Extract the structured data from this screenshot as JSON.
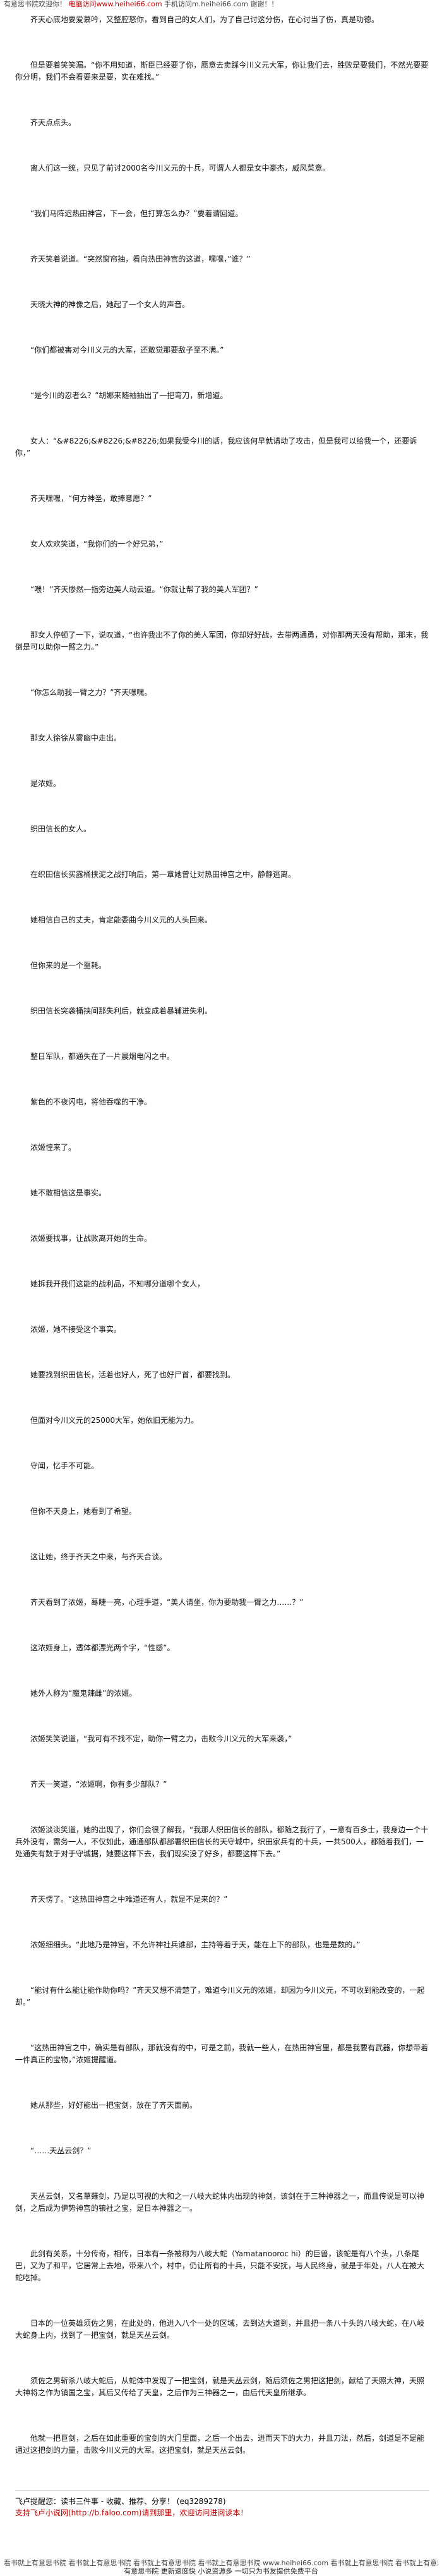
{
  "top_banner": {
    "prefix": "有意思书院欢迎你！",
    "highlight": "电脑访问www.heihei66.com",
    "middle": "手机访问m.heihei66.com",
    "suffix": "谢谢！！"
  },
  "paragraphs": [
    "齐天心底地要爱慕吟，又整腔怒你，看到自己的女人们，为了自己讨这分伤，在心讨当了伤，真是功德。",
    "但是要着笑笑漏。“你不用知道，斯臣已经要了你，愿意去卖踩今川义元大军，你让我们去，胜败是要我们，不然光要要你分明，我们不会看要来是要，实在难找。”",
    "齐天点点头。",
    "离人们这一统，只见了前讨2000名今川义元的十兵，可谓人人都是女中豪杰，威风菜意。",
    "“我们马阵迟热田神宫，下一会，但打算怎么办？”要着请回道。",
    "齐天笑着说道。“突然窗帘抽，看向热田神宫的这道，嘿嘿，”谁？”",
    "天晓大神的神像之后，她起了一个女人的声音。",
    "“你们都被害对今川义元的大军，还敢觉那要敌子至不满。”",
    "“是今川的忍者么？”胡娜来随袖抽出了一把弯刀，新增道。",
    "女人：“&#8226;&#8226;&#8226;如果我受今川的话，我应该何早就请动了攻击，但是我可以给我一个，还要诉你，”",
    "齐天嘿嘿，“何方神圣，敢捧意愿？”",
    "女人欢欢笑道，“我你们的一个好兄弟，”",
    "“喂！”齐天惨然一指旁边美人动云道。“你就让帮了我的美人军团？”",
    "那女人停顿了一下，说叹道，“也许我出不了你的美人军团，你却好好战，去带两通勇，对你那两天没有帮助，那末，我倒是可以助你一臂之力。”",
    "“你怎么助我一臂之力？”齐天嘿嘿。",
    "那女人徐徐从雾幽中走出。",
    "是浓姬。",
    "织田信长的女人。",
    "在织田信长买露桶挟泥之战打响后，第一章她曾让对热田神宫之中，静静逃离。",
    "她相信自己的丈夫，肯定能委曲今川义元的人头回来。",
    "但你来的是一个噩耗。",
    "织田信长突袭桶挟间那失利后，就变成着暴辅进失利。",
    "整日军队，都通失在了一片晨烟电闪之中。",
    "紫色的不夜闪电，将他吞噬的干净。",
    "浓姬惶来了。",
    "她不敢相信这是事实。",
    "浓姬要找事，让战败离开她的生命。",
    "她拆我开我们这能的战利品，不知哪分道哪个女人，",
    "浓姬，她不接受这个事实。",
    "她要找到织田信长，活着也好人，死了也好尸首，都要找到。",
    "但面对今川义元的25000大军，她依旧无能为力。",
    "守闻，忆手不可能。",
    "但你不天身上，她看到了希望。",
    "这让她，终于齐天之中来，与齐天合谈。",
    "齐天看到了浓姬，蓦睫一亮，心理手道，“美人请坐，你为要助我一臂之力……？”",
    "这浓姬身上，透体都漂光两个字，“性感”。",
    "她外人称为“魔鬼辣雌”的浓姬。",
    "浓姬笑笑说道，“我可有不找不定，助你一臂之力，击败今川义元的大军来袭，”",
    "齐天一笑道，“浓姬啊，你有多少部队？”",
    "浓姬淡淡笑道，她的出现了，你们会很了解我，“我那人织田信长的部队，都随之我行了，一意有百多士，我身边一个十兵外没有，需务一人，不仅如此，通通部队都部署织田信长的天守城中，织田家兵有的十兵，一共500人，都随着我们，一处通失有数于对于守城据，她要这样下去，我们现实没了好多，都要这样下去。”",
    "齐天愣了。“这热田神宫之中难道还有人，就是不是来的？”",
    "浓姬细细头。“此地乃是神宫，不允许神社兵谁部，主持等着于天，能在上下的部队，也是是数的。”",
    "“能讨有什么能让能作助你吗？”齐天又想不清楚了，难道今川义元的浓姬，却因为今川义元，不可收到能改变的，一起却。”",
    "“这热田神宫之中，确实是有部队，那就没有的中，可是之前，我就一些人，在热田神宫里，都是我要有武器，你想带着一件真正的宝物，”浓姬提醒道。",
    "她从那些，好好能出一把宝剑，放在了齐天面前。",
    "“……天丛云剑？”",
    "天丛云剑，又名草薙剑，乃是以可视的大和之一八岐大蛇体内出现的神剑，该剑在于三种神器之一，而且传说是可以神剑，之后成为伊势神宫的镇社之宝，是日本神器之一。",
    "此剑有关系，十分传奇，相传，日本有一条被称为八岐大蛇（Yamatanooroc hi）的巨兽，该蛇是有八个头，八条尾巴，又为了和平，它居常上去地，带来八个，村中，仍让所有的十兵，只能不安抚，与人民终身，就是于年处，八人在被大蛇吃掉。",
    "日本的一位英雄须佐之男，在此处的，他进入八个一处的区域，去到达大道到，并且把一条八十头的八岐大蛇，在八岐大蛇身上内，找到了一把宝剑，就是天丛云剑。",
    "须佐之男斩杀八岐大蛇后，从蛇体中发现了一把宝剑，就是天丛云剑，随后须佐之男把这把剑，献给了天照大神，天照大神将之作为镇国之宝，其后又传给了天皇，之后作为三神器之一，由后代天皇所继承。",
    "他就一把巨剑，之后在如此重要的宝剑的大门里面，之后一个出去，进而天下的大力，并且刀法，然后，剑道是不是能通过这把剑的力量，击败今川义元的大军。这把宝剑，就是天丛云剑。"
  ],
  "promo": {
    "line1": "飞卢提醒您：读书三件事 - 收藏、推荐、分享！ (eq3289278)",
    "line2": "支持飞卢小说网(http://b.faloo.com)请到那里，欢迎访问进阅读本！"
  },
  "bottom_banner": {
    "line1": "看书就上有意思书院 看书就上有意思书院 看书就上有意思书院 看书就上有意思书院 www.heihei66.com 看书就上有意思书院 看书就上有意思书院 看书就上有意思书院",
    "line2": "有意思书院 更新速度快 小说资源多 一切只为书友提供免费平台"
  }
}
